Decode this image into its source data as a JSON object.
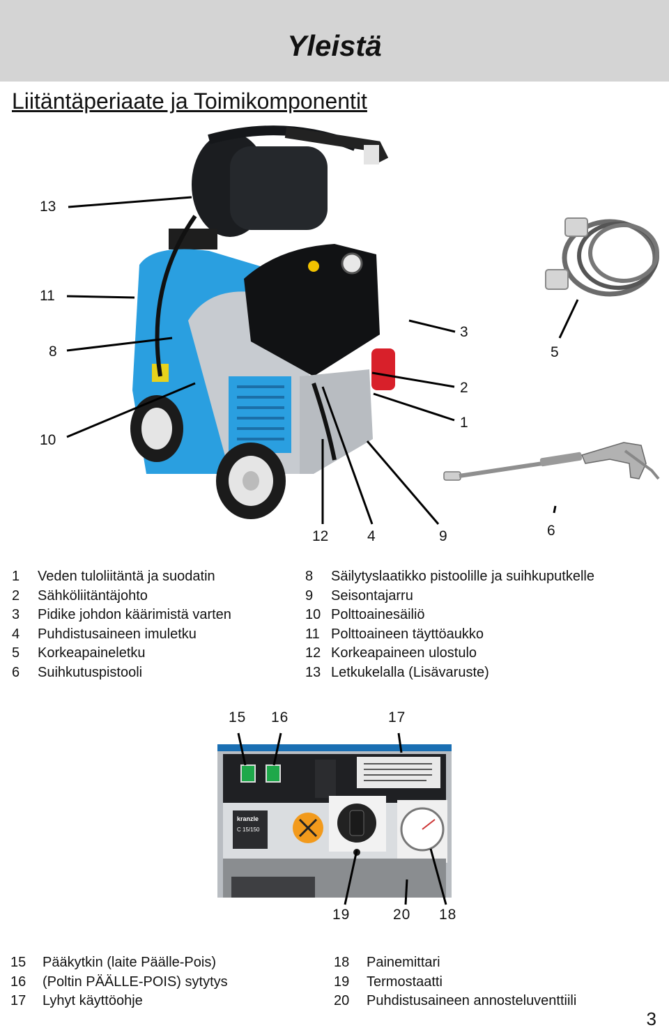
{
  "header": {
    "title": "Yleistä"
  },
  "section_title": "Liitäntäperiaate ja Toimikomponentit",
  "callouts_top": {
    "c13": "13",
    "c11": "11",
    "c8": "8",
    "c10": "10",
    "c3": "3",
    "c5": "5",
    "c2": "2",
    "c1": "1",
    "c12": "12",
    "c4": "4",
    "c9": "9",
    "c6": "6"
  },
  "legend_top_left": [
    {
      "num": "1",
      "text": "Veden tuloliitäntä ja suodatin"
    },
    {
      "num": "2",
      "text": "Sähköliitäntäjohto"
    },
    {
      "num": "3",
      "text": "Pidike johdon käärimistä varten"
    },
    {
      "num": "4",
      "text": "Puhdistusaineen imuletku"
    },
    {
      "num": "5",
      "text": "Korkeapaineletku"
    },
    {
      "num": "6",
      "text": "Suihkutuspistooli"
    }
  ],
  "legend_top_right": [
    {
      "num": "8",
      "text": "Säilytyslaatikko pistoolille ja suihkuputkelle"
    },
    {
      "num": "9",
      "text": "Seisontajarru"
    },
    {
      "num": "10",
      "text": "Polttoainesäiliö"
    },
    {
      "num": "11",
      "text": "Polttoaineen täyttöaukko"
    },
    {
      "num": "12",
      "text": "Korkeapaineen ulostulo"
    },
    {
      "num": "13",
      "text": "Letkukelalla (Lisävaruste)"
    }
  ],
  "callouts_bottom": {
    "c15": "15",
    "c16": "16",
    "c17": "17",
    "c19": "19",
    "c20": "20",
    "c18": "18"
  },
  "panel": {
    "brand": "kranzle",
    "model": "C 15/150"
  },
  "legend_bottom_left": [
    {
      "num": "15",
      "text": "Pääkytkin (laite Päälle-Pois)"
    },
    {
      "num": "16",
      "text": "(Poltin PÄÄLLE-POIS) sytytys"
    },
    {
      "num": "17",
      "text": "Lyhyt käyttöohje"
    }
  ],
  "legend_bottom_right": [
    {
      "num": "18",
      "text": "Painemittari"
    },
    {
      "num": "19",
      "text": "Termostaatti"
    },
    {
      "num": "20",
      "text": "Puhdistusaineen annosteluventtiili"
    }
  ],
  "page_number": "3",
  "colors": {
    "header_bg": "#d4d4d4",
    "machine_blue": "#2a9fe0",
    "machine_grey": "#c7cbd0"
  }
}
